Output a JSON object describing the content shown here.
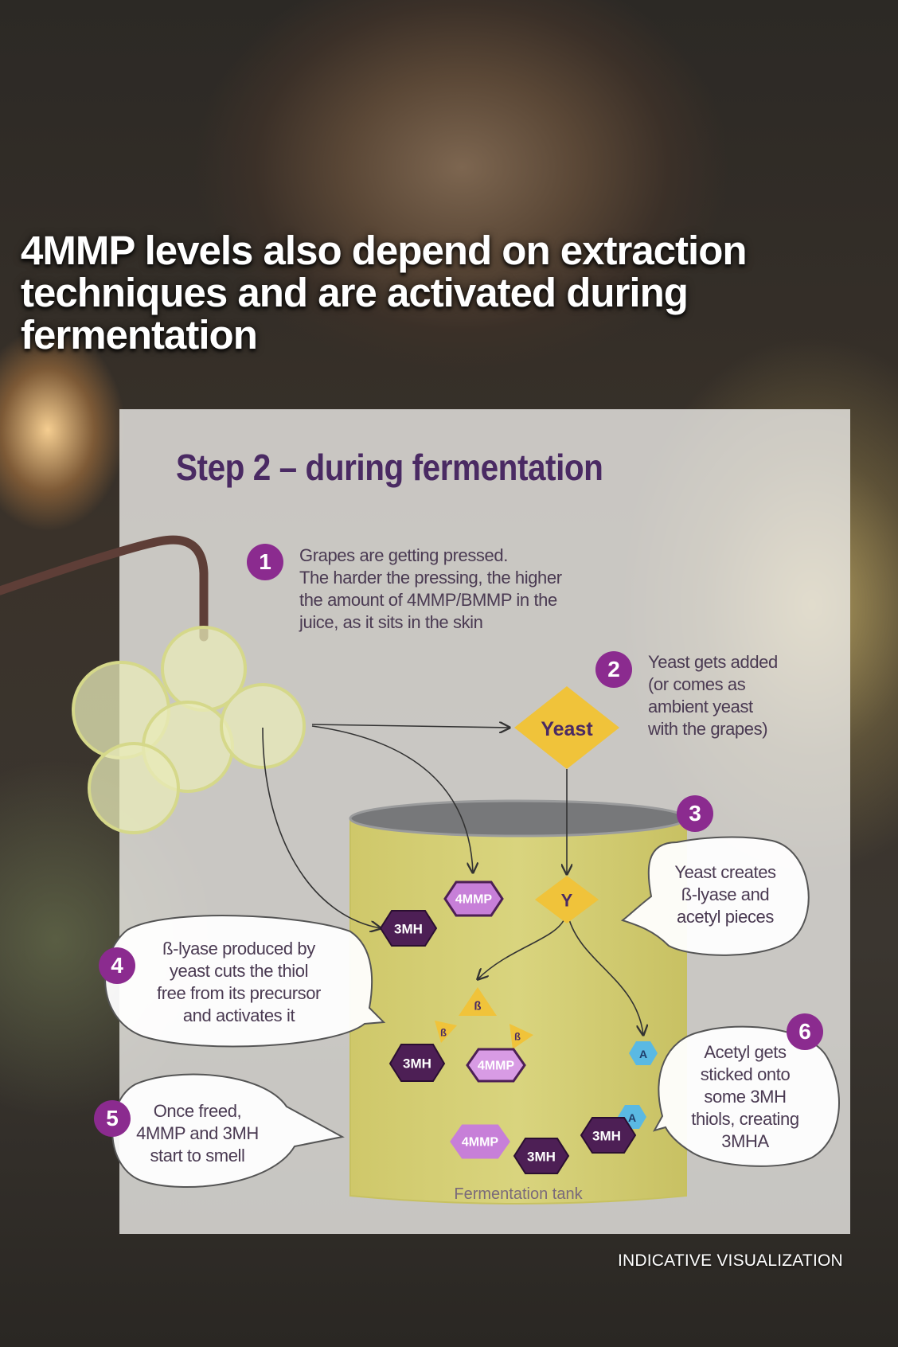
{
  "headline": "4MMP levels also depend on extraction techniques and are activated during fermentation",
  "diagram": {
    "title": "Step 2 – during fermentation",
    "steps": [
      {
        "number": "1",
        "text": "Grapes are getting pressed.\nThe harder the pressing, the higher\nthe amount of 4MMP/BMMP in the\njuice, as it sits in the skin"
      },
      {
        "number": "2",
        "text": "Yeast gets added\n(or comes as\nambient yeast\nwith the grapes)"
      },
      {
        "number": "3",
        "text": "Yeast creates\nß-lyase and\nacetyl pieces"
      },
      {
        "number": "4",
        "text": "ß-lyase produced by\nyeast cuts the thiol\nfree from its precursor\nand activates it"
      },
      {
        "number": "5",
        "text": "Once freed,\n4MMP and 3MH\nstart to smell"
      },
      {
        "number": "6",
        "text": "Acetyl gets\nsticked onto\nsome 3MH\nthiols, creating\n3MHA"
      }
    ],
    "yeast_label": "Yeast",
    "yeast_symbol": "Y",
    "beta_symbol": "ß",
    "acetyl_symbol": "A",
    "molecule_4mmp": "4MMP",
    "molecule_3mh": "3MH",
    "tank_label": "Fermentation tank",
    "colors": {
      "purple_dark": "#4d1f55",
      "purple_light": "#c77fd8",
      "badge": "#8b2b8f",
      "yeast_gold": "#f0c33a",
      "acetyl_blue": "#5ab9e3",
      "tank": "#d2cd72",
      "grape": "#e8ebb8"
    }
  },
  "footer_note": "INDICATIVE VISUALIZATION"
}
